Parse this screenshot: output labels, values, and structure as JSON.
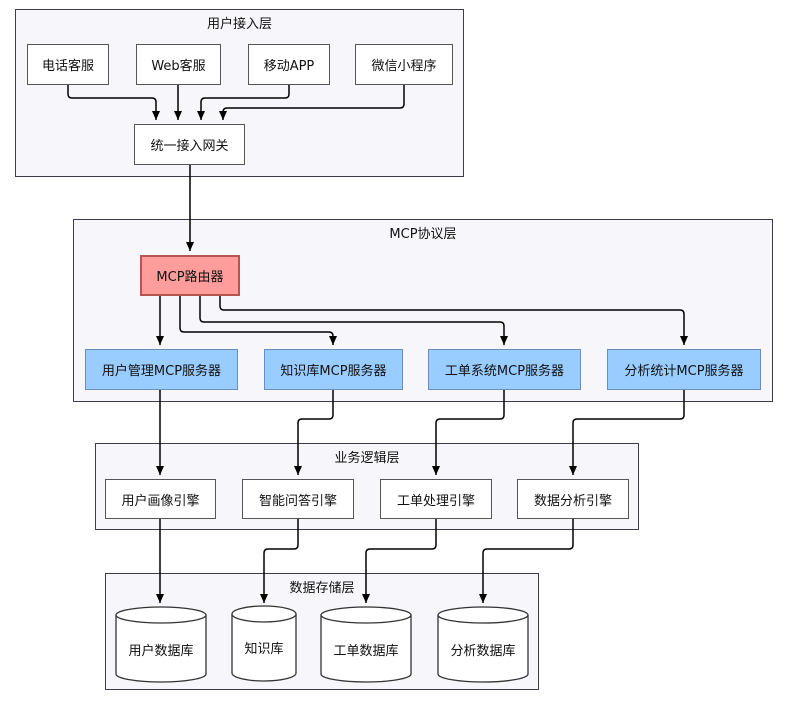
{
  "layers": {
    "access": "用户接入层",
    "mcp": "MCP协议层",
    "business": "业务逻辑层",
    "storage": "数据存储层"
  },
  "access": {
    "phone": "电话客服",
    "web": "Web客服",
    "app": "移动APP",
    "wechat": "微信小程序",
    "gateway": "统一接入网关"
  },
  "mcp": {
    "router": "MCP路由器",
    "user_server": "用户管理MCP服务器",
    "kb_server": "知识库MCP服务器",
    "ticket_server": "工单系统MCP服务器",
    "analytics_server": "分析统计MCP服务器"
  },
  "business": {
    "profile_engine": "用户画像引擎",
    "qa_engine": "智能问答引擎",
    "ticket_engine": "工单处理引擎",
    "analytics_engine": "数据分析引擎"
  },
  "storage": {
    "user_db": "用户数据库",
    "kb_db": "知识库",
    "ticket_db": "工单数据库",
    "analytics_db": "分析数据库"
  },
  "colors": {
    "router_fill": "#ff9c9c",
    "router_border": "#b85450",
    "server_fill": "#99ccff",
    "server_border": "#6c8ebf",
    "layer_fill": "#f7f7fb",
    "layer_border": "#3c3c4a"
  }
}
